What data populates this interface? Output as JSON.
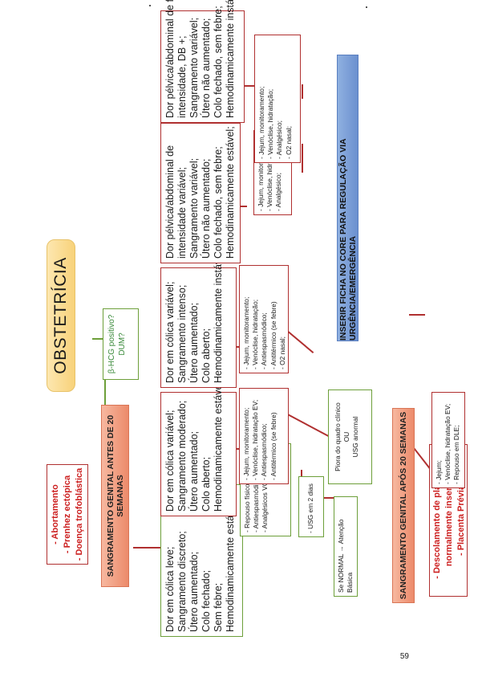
{
  "title": "OBSTETRÍCIA",
  "question": [
    "β-HCG positivo?",
    "DUM?"
  ],
  "before20": {
    "header": "SANGRAMENTO GENITAL ANTES DE 20 SEMANAS",
    "causes": [
      "- Abortamento",
      "- Prenhez ectópica",
      "- Doença trofoblástica"
    ]
  },
  "after20": {
    "header": "SANGRAMENTO GENITAL APÓS 20 SEMANAS",
    "causes": [
      "- Descolamento de placenta",
      "normalmente inserida",
      "- Placenta Prévia"
    ],
    "treatment": [
      "- Jejum;",
      "- Venóclise, hidratação EV;",
      "- Repouso em DLE;"
    ]
  },
  "central": "INSERIR FICHA NO CORE PARA REGULAÇÃO VIA URGÊNCIA/EMERGÊNCIA",
  "cases": [
    {
      "lines": [
        "Dor em cólica leve;",
        "Sangramento discreto;",
        "Útero aumentado;",
        "Colo fechado;",
        "Sem febre;",
        "Hemodinamicamente estável;"
      ],
      "treatment": [
        "- Repouso físico e sexual;",
        "- Antiespasmódicos VO;",
        "- Analgésicos VO;"
      ]
    },
    {
      "lines": [
        "Dor em cólica variável;",
        "Sangramento moderado;",
        "Útero aumentado;",
        "Colo aberto;",
        "Hemodinamicamente estável;"
      ],
      "treatment": [
        "- Jejum, monitoramento;",
        "- Venóclise, hidratação EV;",
        "- Antiespasmódico;",
        "- Antitérmico (se febre)"
      ]
    },
    {
      "lines": [
        "Dor em cólica variável;",
        "Sangramento intenso;",
        "Útero aumentado;",
        "Colo aberto;",
        "Hemodinamicamente instável;"
      ],
      "treatment": [
        "- Jejum, monitoramento;",
        "- Venóclise, hidratação;",
        "- Antiespasmódico;",
        "- Antitérmico (se febre)",
        "- O2 nasal;"
      ]
    },
    {
      "lines": [
        "Dor pélvica/abdominal de",
        "intensidade variável;",
        "Sangramento variável;",
        "Útero não aumentado;",
        "Colo fechado, sem febre;",
        "Hemodinamicamente estável;"
      ],
      "treatment": [
        "- Jejum, monitoramento;",
        "- Venóclise, hidratação;",
        "- Analgésico;"
      ]
    },
    {
      "lines": [
        "Dor pélvica/abdominal de forte",
        "intensidade, DB +;",
        "Sangramento variável;",
        "Útero não aumentado;",
        "Colo fechado, sem febre;",
        "Hemodinamicamente instável;"
      ],
      "treatment": [
        "- Jejum, monitoramento;",
        "- Venóclise, hidratação;",
        "- Analgésico;",
        "- O2 nasal;"
      ]
    }
  ],
  "usg2d": "- USG em 2 dias",
  "normal": "Se NORMAL → Atenção Básica",
  "worse": [
    "Piora do quadro clínico",
    "OU",
    "USG anormal"
  ],
  "page_number": "59"
}
